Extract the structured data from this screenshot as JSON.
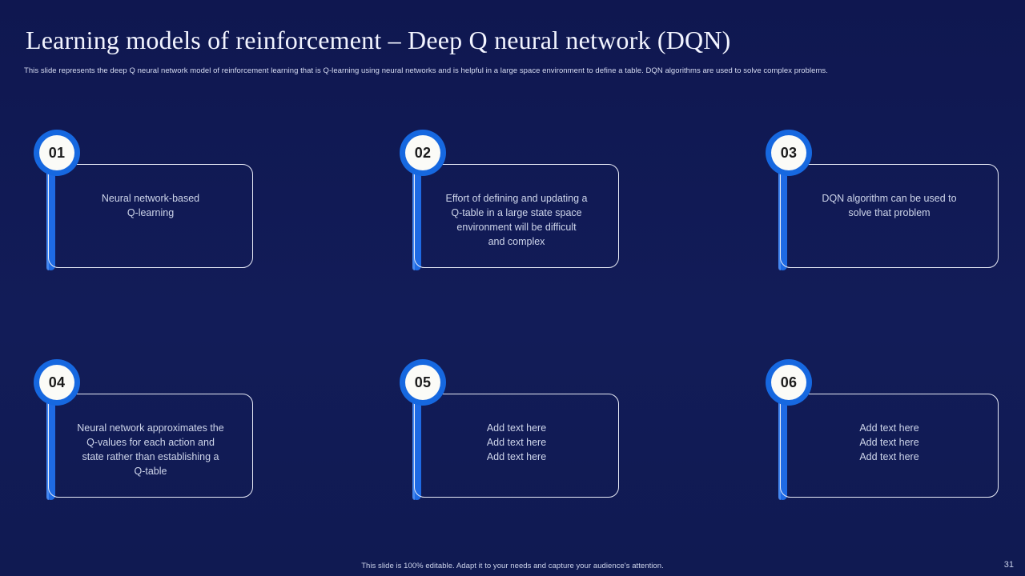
{
  "slide": {
    "title": "Learning models of reinforcement – Deep Q neural network (DQN)",
    "subtitle": "This slide represents the deep Q neural network model of reinforcement learning that is Q-learning using neural networks and is helpful in a large space environment to define a table. DQN  algorithms are used to solve complex problems.",
    "footer_note": "This slide is 100% editable. Adapt it to your needs and capture your audience's attention.",
    "page_number": "31",
    "colors": {
      "background": "#101a52",
      "accent_blue": "#1668e0",
      "badge_fill": "#fbfbf7",
      "card_border": "#e8ebf7",
      "title_text": "#f2f4ff",
      "body_text": "#ced5ea"
    }
  },
  "cards": [
    {
      "number": "01",
      "text": "Neural network-based\nQ-learning",
      "lines": [
        "Neural network-based",
        "Q-learning"
      ],
      "multiline_block": false
    },
    {
      "number": "02",
      "text": "Effort of defining and updating a Q-table in a large state space environment will be difficult and complex",
      "lines": [
        "Effort of defining and updating a",
        "Q-table in a large state space",
        "environment will be difficult",
        "and complex"
      ],
      "multiline_block": false
    },
    {
      "number": "03",
      "text": "DQN algorithm can be used to solve that problem",
      "lines": [
        "DQN algorithm can be used to",
        "solve that problem"
      ],
      "multiline_block": false
    },
    {
      "number": "04",
      "text": "Neural network approximates the Q-values for each action and state rather than establishing a Q-table",
      "lines": [
        "Neural network approximates the",
        "Q-values for each action and",
        "state rather than establishing a",
        "Q-table"
      ],
      "multiline_block": false
    },
    {
      "number": "05",
      "text": "Add text here Add text here Add text here",
      "lines": [
        "Add text here",
        "Add text here",
        "Add text here"
      ],
      "multiline_block": true
    },
    {
      "number": "06",
      "text": "Add text here Add text here Add text here",
      "lines": [
        "Add text here",
        "Add text here",
        "Add text here"
      ],
      "multiline_block": true
    }
  ]
}
